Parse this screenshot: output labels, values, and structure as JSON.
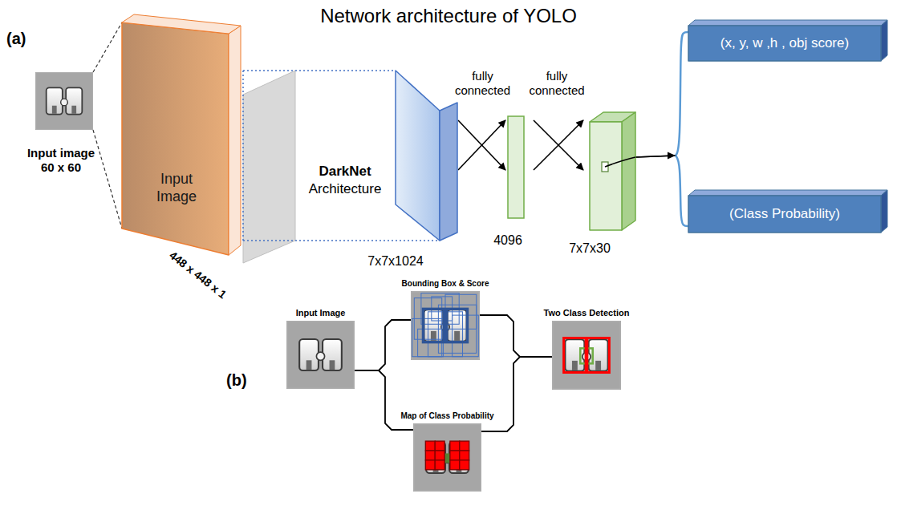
{
  "diagram": {
    "title": "Network architecture of YOLO",
    "nodes": [
      {
        "text": [
          "Input image 60 x 60"
        ]
      },
      {
        "text": [
          "Input Image",
          "448 x 448 x 1"
        ]
      },
      {
        "text": [
          "7x7x1024"
        ]
      },
      {
        "text": [
          "4096"
        ]
      },
      {
        "text": [
          "7x7x30"
        ]
      },
      {
        "text": [
          "(x, y, w ,h , obj score)"
        ]
      },
      {
        "text": [
          "(Class Probability)"
        ]
      },
      {
        "text": [
          "Input Image"
        ]
      },
      {
        "text": [
          "Bounding Box & Score"
        ]
      },
      {
        "text": [
          "Map of Class Probability"
        ]
      },
      {
        "text": [
          "Two Class Detection"
        ]
      }
    ],
    "edges": [
      {
        "from": 2,
        "to": 3,
        "label": "fully connected",
        "arrow": "to"
      },
      {
        "from": 3,
        "to": 4,
        "label": "fully connected",
        "arrow": "to"
      },
      {
        "from": 4,
        "to": 5,
        "arrow": "none"
      },
      {
        "from": 4,
        "to": 6,
        "arrow": "none"
      },
      {
        "from": 7,
        "to": 8,
        "arrow": "none"
      },
      {
        "from": 7,
        "to": 9,
        "arrow": "none"
      },
      {
        "from": 8,
        "to": 10,
        "arrow": "none"
      },
      {
        "from": 9,
        "to": 10,
        "arrow": "none"
      }
    ],
    "labels": [
      "(a)",
      "(b)",
      "DarkNet",
      "Architecture"
    ]
  }
}
